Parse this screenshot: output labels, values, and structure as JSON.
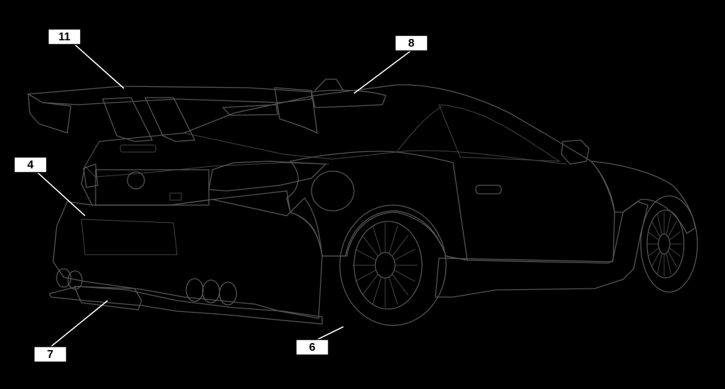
{
  "callouts": [
    {
      "id": "11",
      "label": "11",
      "color": "#e4007f"
    },
    {
      "id": "8",
      "label": "8",
      "color": "#8fc31f"
    },
    {
      "id": "4",
      "label": "4",
      "color": "#6a3d9a"
    },
    {
      "id": "7",
      "label": "7",
      "color": "#1aa3b0"
    },
    {
      "id": "6",
      "label": "6",
      "color": "#e60012"
    }
  ],
  "parts": {
    "wing": "#e4007f",
    "roof_spoiler": "#8fc31f",
    "rear_bumper": "#6a3d9a",
    "rear_diffuser": "#1aa3b0",
    "rear_fender": "#e60012",
    "side_skirt": "#00a0e9",
    "front_fender": "#009944",
    "body": "#ffffff"
  }
}
